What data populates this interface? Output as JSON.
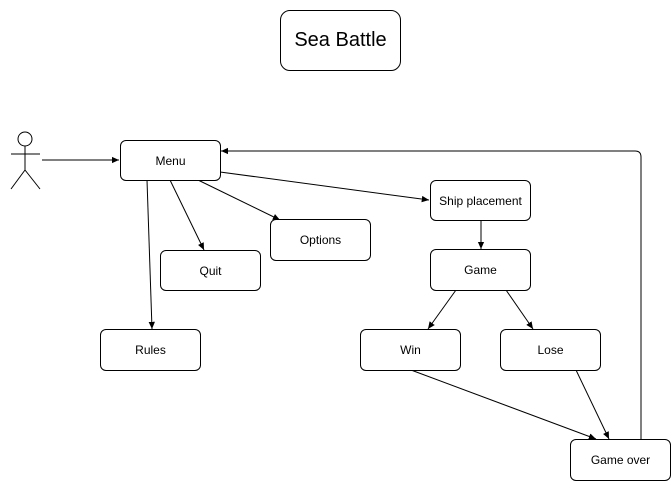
{
  "title": "Sea Battle",
  "nodes": {
    "menu": "Menu",
    "quit": "Quit",
    "options": "Options",
    "rules": "Rules",
    "ship_placement": "Ship placement",
    "game": "Game",
    "win": "Win",
    "lose": "Lose",
    "game_over": "Game over"
  },
  "edges": [
    [
      "actor",
      "menu"
    ],
    [
      "menu",
      "quit"
    ],
    [
      "menu",
      "options"
    ],
    [
      "menu",
      "rules"
    ],
    [
      "menu",
      "ship_placement"
    ],
    [
      "ship_placement",
      "game"
    ],
    [
      "game",
      "win"
    ],
    [
      "game",
      "lose"
    ],
    [
      "win",
      "game_over"
    ],
    [
      "lose",
      "game_over"
    ],
    [
      "game_over",
      "menu"
    ]
  ]
}
